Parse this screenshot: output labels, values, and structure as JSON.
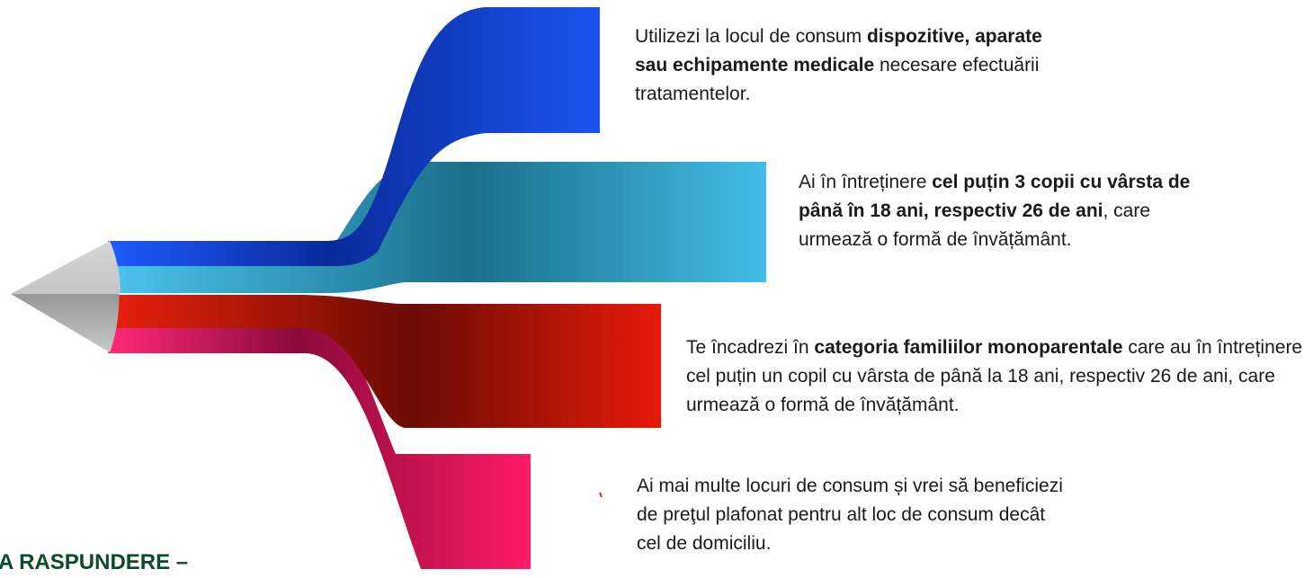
{
  "items": [
    {
      "text_before": "Utilizezi la locul de consum ",
      "bold": "dispozitive, aparate sau echipamente medicale",
      "text_after": " necesare efectuării tratamentelor.",
      "color": "#1a4fe6"
    },
    {
      "text_before": "Ai în întreținere ",
      "bold": "cel puțin 3 copii cu vârsta de până în 18 ani, respectiv 26 de ani",
      "text_after": ", care urmează o formă de învățământ.",
      "color": "#42b9e6"
    },
    {
      "text_before": "Te încadrezi în ",
      "bold": "categoria familiilor monoparentale",
      "text_after": " care au în întreținere cel puțin un copil cu vârsta de până la 18 ani, respectiv 26 de ani, care urmează o formă de învățământ.",
      "color": "#e61a0a"
    },
    {
      "text_before": "Ai mai multe locuri de consum și vrei să beneficiezi de preţul plafonat pentru alt loc de consum decât cel de domiciliu.",
      "bold": "",
      "text_after": "",
      "color": "#ff1a66"
    }
  ],
  "footer": "A RASPUNDERE –"
}
